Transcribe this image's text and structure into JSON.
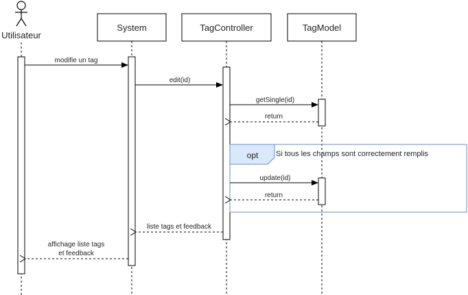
{
  "participants": {
    "actor": "Utilisateur",
    "system": "System",
    "controller": "TagController",
    "model": "TagModel"
  },
  "messages": {
    "m1": "modifie un tag",
    "m2": "edit(id)",
    "m3": "getSingle(id)",
    "m4": "return",
    "m5": "update(id)",
    "m6": "return",
    "m7": "liste tags et feedback",
    "m8_line1": "affichage liste tags",
    "m8_line2": "et feedback"
  },
  "fragment": {
    "operator": "opt",
    "guard": "Si tous les champs sont correctement remplis"
  },
  "colors": {
    "line": "#000000",
    "fragment_border": "#6c8ebf",
    "fragment_tab_fill": "#dae8fc"
  }
}
